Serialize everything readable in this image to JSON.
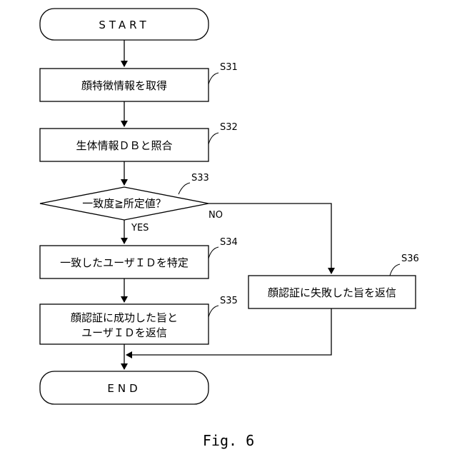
{
  "start": "START",
  "steps": {
    "s31": {
      "label": "S31",
      "text": "顔特徴情報を取得"
    },
    "s32": {
      "label": "S32",
      "text": "生体情報ＤＢと照合"
    },
    "s33": {
      "label": "S33",
      "text": "一致度≧所定値？"
    },
    "s34": {
      "label": "S34",
      "text": "一致したユーザＩＤを特定"
    },
    "s35": {
      "label": "S35",
      "line1": "顔認証に成功した旨と",
      "line2": "ユーザＩＤを返信"
    },
    "s36": {
      "label": "S36",
      "text": "顔認証に失敗した旨を返信"
    }
  },
  "branch": {
    "yes": "YES",
    "no": "NO"
  },
  "end": "END",
  "caption": "Fig. 6"
}
